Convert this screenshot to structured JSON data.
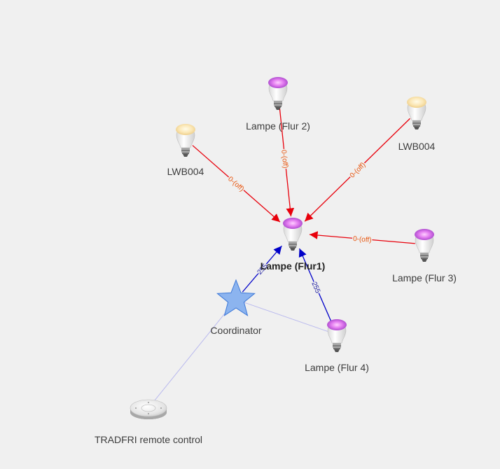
{
  "colors": {
    "background": "#f0f0f0",
    "edge_red": "#e8000b",
    "edge_blue": "#0000c8",
    "edge_light": "#b9b9ee",
    "edge_label_red": "#e8540c",
    "edge_label_blue": "#1c1ca0",
    "coordinator_fill": "#8cb4ef",
    "coordinator_stroke": "#3c78d8"
  },
  "nodes": [
    {
      "id": "flur1",
      "label": "Lampe (Flur1)",
      "icon": "color-bulb-icon",
      "selected": true
    },
    {
      "id": "flur2",
      "label": "Lampe (Flur 2)",
      "icon": "color-bulb-icon"
    },
    {
      "id": "lwb_left",
      "label": "LWB004",
      "icon": "white-bulb-icon"
    },
    {
      "id": "lwb_right",
      "label": "LWB004",
      "icon": "white-bulb-icon"
    },
    {
      "id": "flur3",
      "label": "Lampe (Flur 3)",
      "icon": "color-bulb-icon"
    },
    {
      "id": "flur4",
      "label": "Lampe (Flur 4)",
      "icon": "color-bulb-icon"
    },
    {
      "id": "coordinator",
      "label": "Coordinator",
      "icon": "coordinator-star-icon"
    },
    {
      "id": "remote",
      "label": "TRADFRI remote control",
      "icon": "remote-control-icon"
    }
  ],
  "edges": [
    {
      "from": "lwb_left",
      "to": "flur1",
      "label": "0-(off)",
      "style": "red"
    },
    {
      "from": "flur2",
      "to": "flur1",
      "label": "0-(off)",
      "style": "red"
    },
    {
      "from": "lwb_right",
      "to": "flur1",
      "label": "0-(off)",
      "style": "red"
    },
    {
      "from": "flur3",
      "to": "flur1",
      "label": "0-(off)",
      "style": "red"
    },
    {
      "from": "coordinator",
      "to": "flur1",
      "label": "255",
      "style": "blue"
    },
    {
      "from": "flur4",
      "to": "flur1",
      "label": "255",
      "style": "blue"
    },
    {
      "from": "coordinator",
      "to": "flur4",
      "label": "",
      "style": "light"
    },
    {
      "from": "coordinator",
      "to": "remote",
      "label": "",
      "style": "light"
    }
  ]
}
